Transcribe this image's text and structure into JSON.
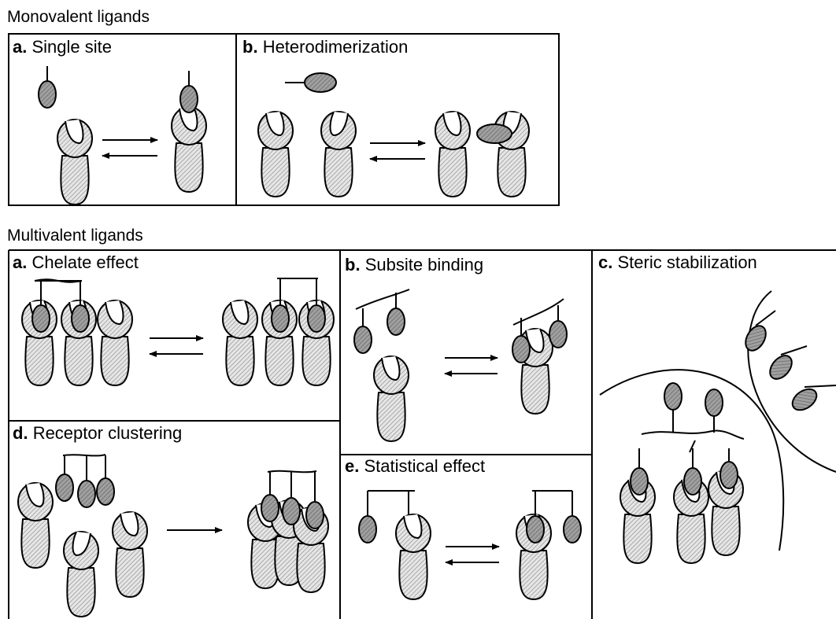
{
  "sections": {
    "monovalent": "Monovalent ligands",
    "multivalent": "Multivalent ligands"
  },
  "panels": {
    "mono_a": {
      "letter": "a.",
      "label": "Single site"
    },
    "mono_b": {
      "letter": "b.",
      "label": "Heterodimerization"
    },
    "multi_a": {
      "letter": "a.",
      "label": "Chelate effect"
    },
    "multi_b": {
      "letter": "b.",
      "label": "Subsite binding"
    },
    "multi_c": {
      "letter": "c.",
      "label": "Steric stabilization"
    },
    "multi_d": {
      "letter": "d.",
      "label": "Receptor clustering"
    },
    "multi_e": {
      "letter": "e.",
      "label": "Statistical effect"
    }
  },
  "colors": {
    "receptor_fill": "#d9d9d9",
    "ligand_fill": "#8f8f8f",
    "stroke": "#000000"
  }
}
